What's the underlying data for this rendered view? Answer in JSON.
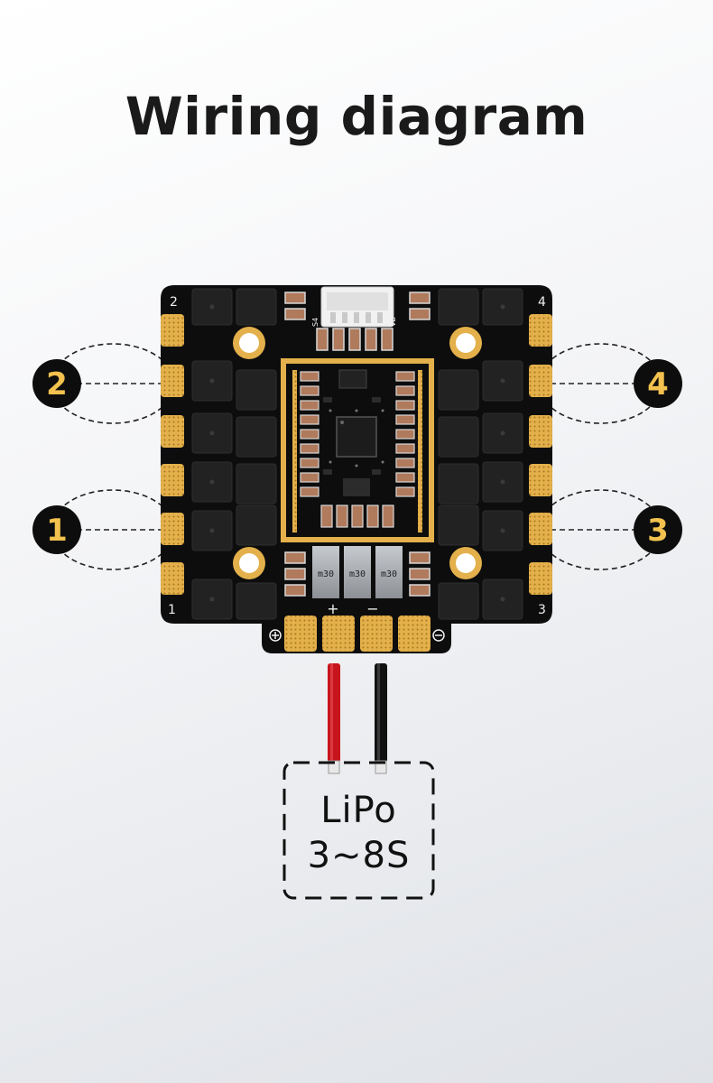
{
  "title": "Wiring diagram",
  "board": {
    "corner_labels": {
      "top_left": "2",
      "top_right": "4",
      "bottom_left": "1",
      "bottom_right": "3"
    },
    "connector_labels": {
      "left": "S4",
      "right": "VB"
    },
    "cap_labels": [
      "m30",
      "m30",
      "m30"
    ],
    "polarity_marks": [
      "+",
      "−"
    ],
    "colors": {
      "pcb": "#0d0d0d",
      "pad": "#e3b04b",
      "mosfet": "#1f1f1f",
      "cap": "#b07a5c",
      "red_wire": "#c8141c",
      "black_wire": "#111111"
    }
  },
  "motor_badges": [
    "1",
    "2",
    "3",
    "4"
  ],
  "battery": {
    "line1": "LiPo",
    "line2": "3~8S"
  }
}
